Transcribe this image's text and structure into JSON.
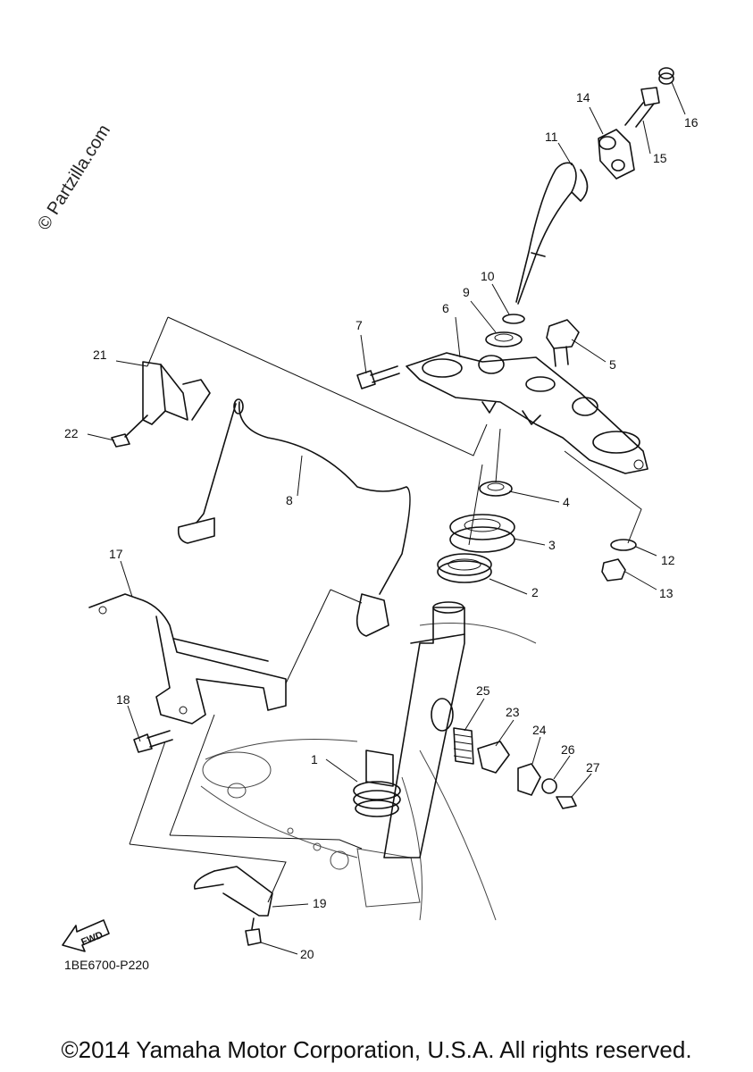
{
  "watermark": "© Partzilla.com",
  "diagram_code": "1BE6700-P220",
  "copyright": "©2014 Yamaha Motor Corporation, U.S.A. All rights reserved.",
  "fwd_label": "FWD",
  "callouts": {
    "c1": "1",
    "c2": "2",
    "c3": "3",
    "c4": "4",
    "c5": "5",
    "c6": "6",
    "c7": "7",
    "c8": "8",
    "c9": "9",
    "c10": "10",
    "c11": "11",
    "c12": "12",
    "c13": "13",
    "c14": "14",
    "c15": "15",
    "c16": "16",
    "c17": "17",
    "c18": "18",
    "c19": "19",
    "c20": "20",
    "c21": "21",
    "c22": "22",
    "c23": "23",
    "c24": "24",
    "c25": "25",
    "c26": "26",
    "c27": "27"
  }
}
